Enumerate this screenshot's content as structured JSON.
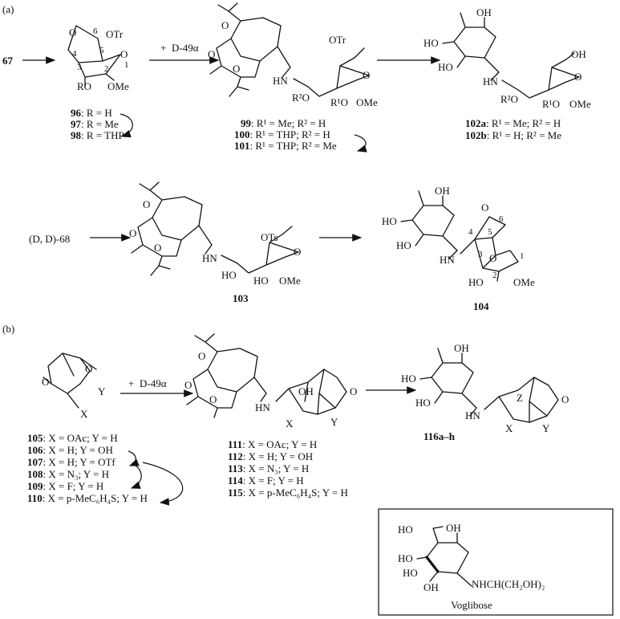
{
  "panels": {
    "a": "(a)",
    "b": "(b)"
  },
  "reagents": {
    "add_49a_prefix": "+",
    "add_49a_name": "D-49α",
    "start_67": "67",
    "start_68": "(D, D)-68"
  },
  "atom_labels": {
    "OTr": "OTr",
    "OTs": "OTs",
    "OMe": "OMe",
    "OH": "OH",
    "HO": "HO",
    "RO": "RO",
    "HN": "HN",
    "O": "O",
    "R1O": "R¹O",
    "R2O": "R²O",
    "X": "X",
    "Y": "Y",
    "Z": "Z",
    "NHCH": "NHCH(CH₂OH)₂"
  },
  "ring_numbers": {
    "n1": "1",
    "n2": "2",
    "n3": "3",
    "n4": "4",
    "n5": "5",
    "n6": "6"
  },
  "compounds_a": {
    "c96": {
      "num": "96",
      "text": ": R = H"
    },
    "c97": {
      "num": "97",
      "text": ": R = Me"
    },
    "c98": {
      "num": "98",
      "text": ": R = THP"
    },
    "c99": {
      "num": "99",
      "text": ": R¹ = Me; R² = H"
    },
    "c100": {
      "num": "100",
      "text": ": R¹ = THP; R² = H"
    },
    "c101": {
      "num": "101",
      "text": ": R¹ = THP; R² = Me"
    },
    "c102a": {
      "num": "102a",
      "text": ": R¹ = Me; R² = H"
    },
    "c102b": {
      "num": "102b",
      "text": ": R¹ = H; R² = Me"
    },
    "c103": {
      "num": "103"
    },
    "c104": {
      "num": "104"
    }
  },
  "compounds_b": {
    "c105": {
      "num": "105",
      "text": ": X = OAc; Y = H"
    },
    "c106": {
      "num": "106",
      "text": ": X = H; Y = OH"
    },
    "c107": {
      "num": "107",
      "text": ": X = H; Y = OTf"
    },
    "c108": {
      "num": "108",
      "text": ": X = N₃; Y = H"
    },
    "c109": {
      "num": "109",
      "text": ": X = F; Y = H"
    },
    "c110": {
      "num": "110",
      "text": ": X = p-MeC₆H₄S; Y = H"
    },
    "c111": {
      "num": "111",
      "text": ": X = OAc; Y = H"
    },
    "c112": {
      "num": "112",
      "text": ": X = H; Y = OH"
    },
    "c113": {
      "num": "113",
      "text": ": X = N₃; Y = H"
    },
    "c114": {
      "num": "114",
      "text": ": X = F; Y = H"
    },
    "c115": {
      "num": "115",
      "text": ": X = p-MeC₆H₄S; Y = H"
    },
    "c116": {
      "num": "116a–h"
    }
  },
  "voglibose": {
    "name": "Voglibose"
  }
}
